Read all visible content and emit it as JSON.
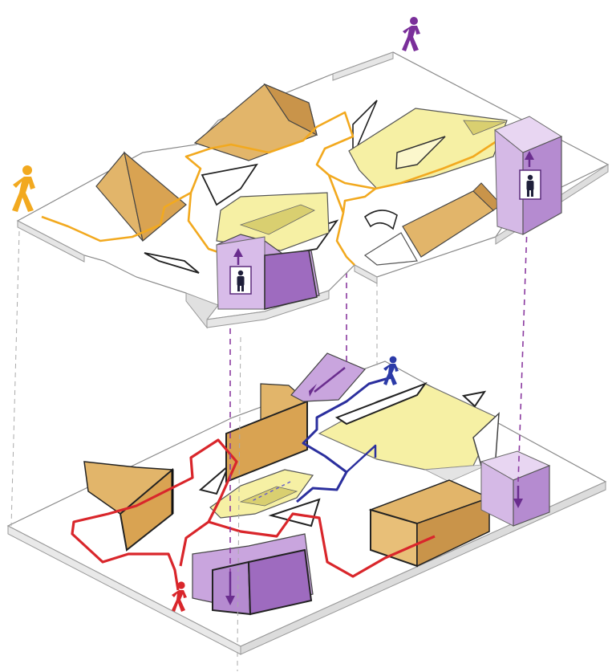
{
  "diagram": {
    "kind": "exploded axonometric circulation diagram",
    "levels": [
      {
        "id": "upper-level",
        "route_color": "#f2a91f",
        "visitor_color": "#f2a91f"
      },
      {
        "id": "lower-level",
        "route_colors": [
          "#d9262b",
          "#2b2f9e"
        ],
        "visitor_colors": [
          "#d9262b",
          "#2b3aa8"
        ]
      }
    ],
    "visitors": [
      {
        "id": "orange-visitor",
        "color": "#f2a91f",
        "icon": "walking-person-icon"
      },
      {
        "id": "purple-visitor",
        "color": "#7a2f9a",
        "icon": "walking-person-icon"
      },
      {
        "id": "blue-visitor",
        "color": "#2b3aa8",
        "icon": "walking-person-icon"
      },
      {
        "id": "red-visitor",
        "color": "#d9262b",
        "icon": "walking-person-icon"
      }
    ],
    "elevators": [
      {
        "id": "elevator-left",
        "icon": "elevator-person-icon",
        "color": "#b07cc6"
      },
      {
        "id": "elevator-right",
        "icon": "elevator-person-icon",
        "color": "#b07cc6"
      }
    ],
    "colors": {
      "slab": "#ffffff",
      "slab_edge": "#e6e6e6",
      "tan_wall": "#e2b56a",
      "tan_dark": "#c9944a",
      "yellow_plane": "#f6f0a4",
      "purple": "#b58bd0",
      "purple_dark": "#8a5aaa",
      "dashed_connector": "#8b3aa0",
      "edge_gray": "#9a9a9a"
    }
  }
}
